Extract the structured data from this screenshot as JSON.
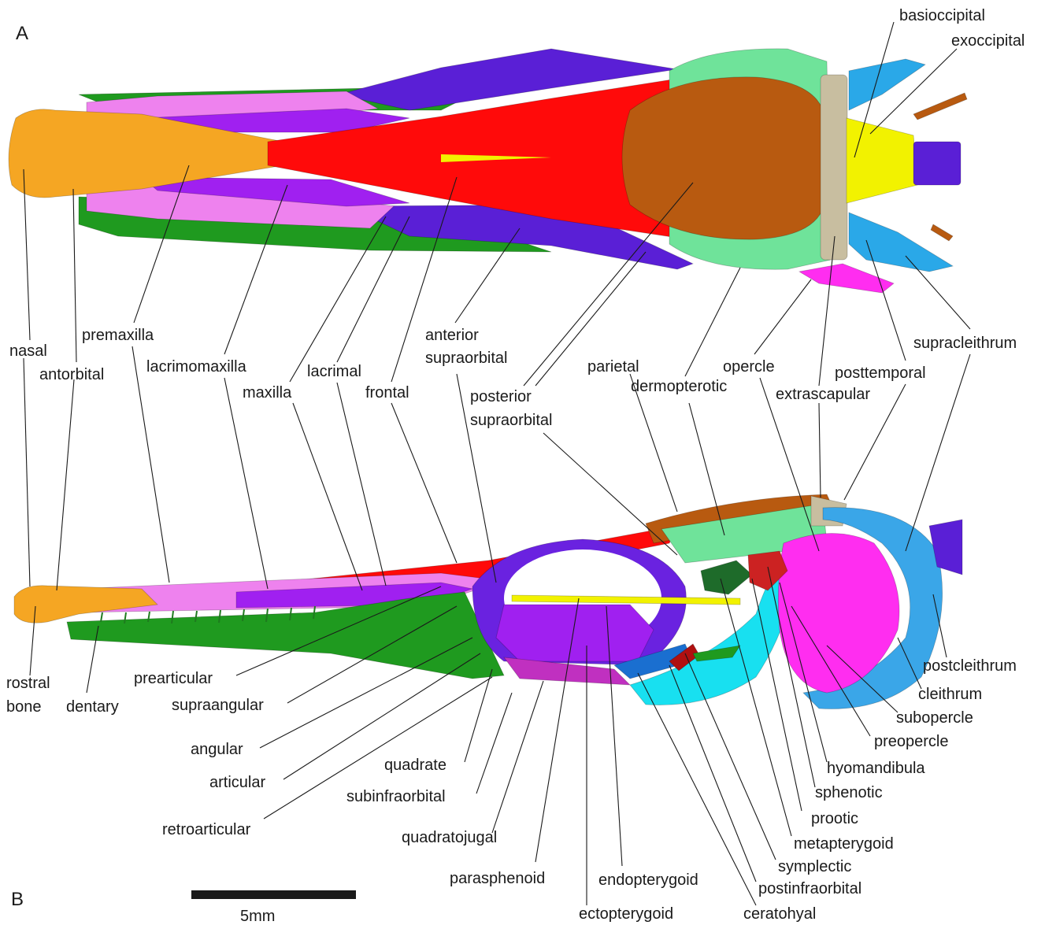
{
  "panels": {
    "a": "A",
    "b": "B"
  },
  "scale_bar": {
    "label": "5mm"
  },
  "bones": [
    {
      "key": "nasal",
      "label": "nasal",
      "color": "#f5a623"
    },
    {
      "key": "antorbital",
      "label": "antorbital",
      "color": "#f0b000"
    },
    {
      "key": "premaxilla",
      "label": "premaxilla",
      "color": "#f5a623"
    },
    {
      "key": "lacrimomaxilla",
      "label": "lacrimomaxilla",
      "color": "#ee82ee"
    },
    {
      "key": "maxilla",
      "label": "maxilla",
      "color": "#a020f0"
    },
    {
      "key": "lacrimal",
      "label": "lacrimal",
      "color": "#5a20d8"
    },
    {
      "key": "frontal",
      "label": "frontal",
      "color": "#ff0a0a"
    },
    {
      "key": "anterior_supraorbital",
      "label": "anterior supraorbital",
      "color": "#5a1fd6"
    },
    {
      "key": "posterior_supraorbital",
      "label": "posterior supraorbital",
      "color": "#6a22e0"
    },
    {
      "key": "parietal",
      "label": "parietal",
      "color": "#b85a10"
    },
    {
      "key": "dermopterotic",
      "label": "dermopterotic",
      "color": "#6fe39a"
    },
    {
      "key": "opercle",
      "label": "opercle",
      "color": "#ff2df0"
    },
    {
      "key": "extrascapular",
      "label": "extrascapular",
      "color": "#c8bea0"
    },
    {
      "key": "posttemporal",
      "label": "posttemporal",
      "color": "#2aa8e8"
    },
    {
      "key": "supracleithrum",
      "label": "supracleithrum",
      "color": "#30a0e0"
    },
    {
      "key": "basioccipital",
      "label": "basioccipital",
      "color": "#f2f200"
    },
    {
      "key": "exoccipital",
      "label": "exoccipital",
      "color": "#f6f020"
    },
    {
      "key": "rostral_bone",
      "label": "rostral bone",
      "color": "#f0b000"
    },
    {
      "key": "dentary",
      "label": "dentary",
      "color": "#1e9a1e"
    },
    {
      "key": "prearticular",
      "label": "prearticular",
      "color": "#3fb83f"
    },
    {
      "key": "supraangular",
      "label": "supraangular",
      "color": "#33aa33"
    },
    {
      "key": "angular",
      "label": "angular",
      "color": "#2a9a2a"
    },
    {
      "key": "articular",
      "label": "articular",
      "color": "#2a9a2a"
    },
    {
      "key": "retroarticular",
      "label": "retroarticular",
      "color": "#2a9a2a"
    },
    {
      "key": "quadrate",
      "label": "quadrate",
      "color": "#ff55ff"
    },
    {
      "key": "subinfraorbital",
      "label": "subinfraorbital",
      "color": "#8a2be2"
    },
    {
      "key": "quadratojugal",
      "label": "quadratojugal",
      "color": "#5a2ee6"
    },
    {
      "key": "parasphenoid",
      "label": "parasphenoid",
      "color": "#f2f200"
    },
    {
      "key": "endopterygoid",
      "label": "endopterygoid",
      "color": "#a020f0"
    },
    {
      "key": "ectopterygoid",
      "label": "ectopterygoid",
      "color": "#c030c0"
    },
    {
      "key": "ceratohyal",
      "label": "ceratohyal",
      "color": "#1a6fd0"
    },
    {
      "key": "postinfraorbital",
      "label": "postinfraorbital",
      "color": "#6040e0"
    },
    {
      "key": "symplectic",
      "label": "symplectic",
      "color": "#b01010"
    },
    {
      "key": "metapterygoid",
      "label": "metapterygoid",
      "color": "#1e6b2a"
    },
    {
      "key": "prootic",
      "label": "prootic",
      "color": "#d04040"
    },
    {
      "key": "sphenotic",
      "label": "sphenotic",
      "color": "#cc2222"
    },
    {
      "key": "hyomandibula",
      "label": "hyomandibula",
      "color": "#10d8e8"
    },
    {
      "key": "preopercle",
      "label": "preopercle",
      "color": "#18e0f0"
    },
    {
      "key": "subopercle",
      "label": "subopercle",
      "color": "#ff30f0"
    },
    {
      "key": "cleithrum",
      "label": "cleithrum",
      "color": "#3aa6e8"
    },
    {
      "key": "postcleithrum",
      "label": "postcleithrum",
      "color": "#2a9ae0"
    }
  ]
}
